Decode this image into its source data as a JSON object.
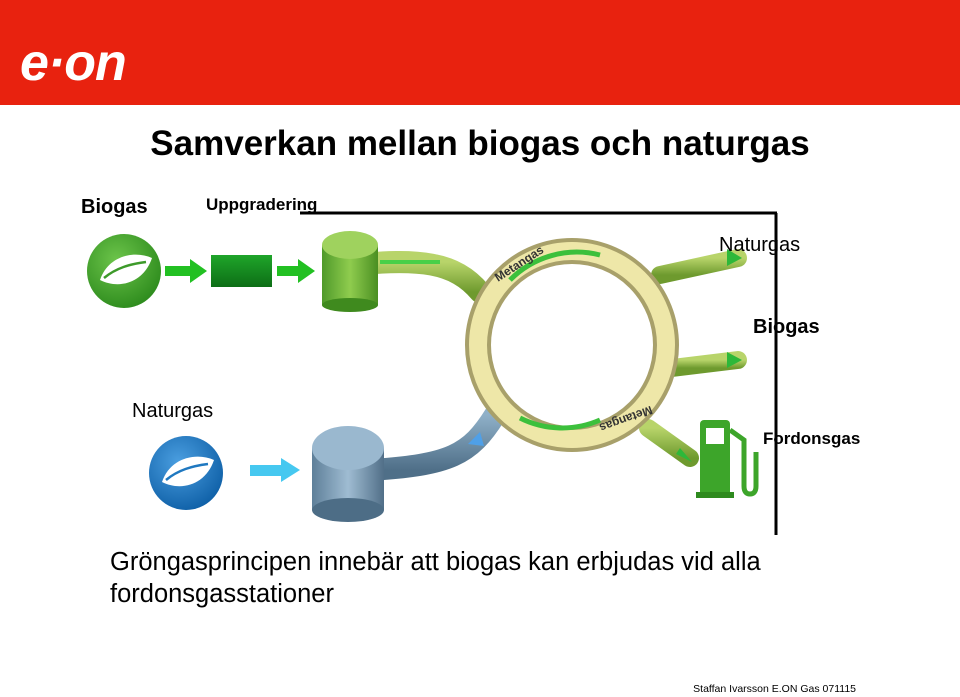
{
  "brand": {
    "logo_text": "e·on",
    "header_color": "#e8220f"
  },
  "title": "Samverkan mellan biogas och naturgas",
  "labels": {
    "biogas_source": "Biogas",
    "upgrading": "Uppgradering",
    "naturgas_source": "Naturgas",
    "naturgas_out": "Naturgas",
    "biogas_out": "Biogas",
    "fordonsgas_out": "Fordonsgas",
    "ring_top": "Metangas",
    "ring_bottom": "Metangas"
  },
  "colors": {
    "biogas_green": "#3d9a2a",
    "naturgas_blue": "#1f78c0",
    "ring": "#e9e2a0"
  },
  "statement": "Gröngasprincipen innebär att biogas kan erbjudas vid alla fordonsgasstationer",
  "footer": "Staffan Ivarsson E.ON Gas 071115"
}
